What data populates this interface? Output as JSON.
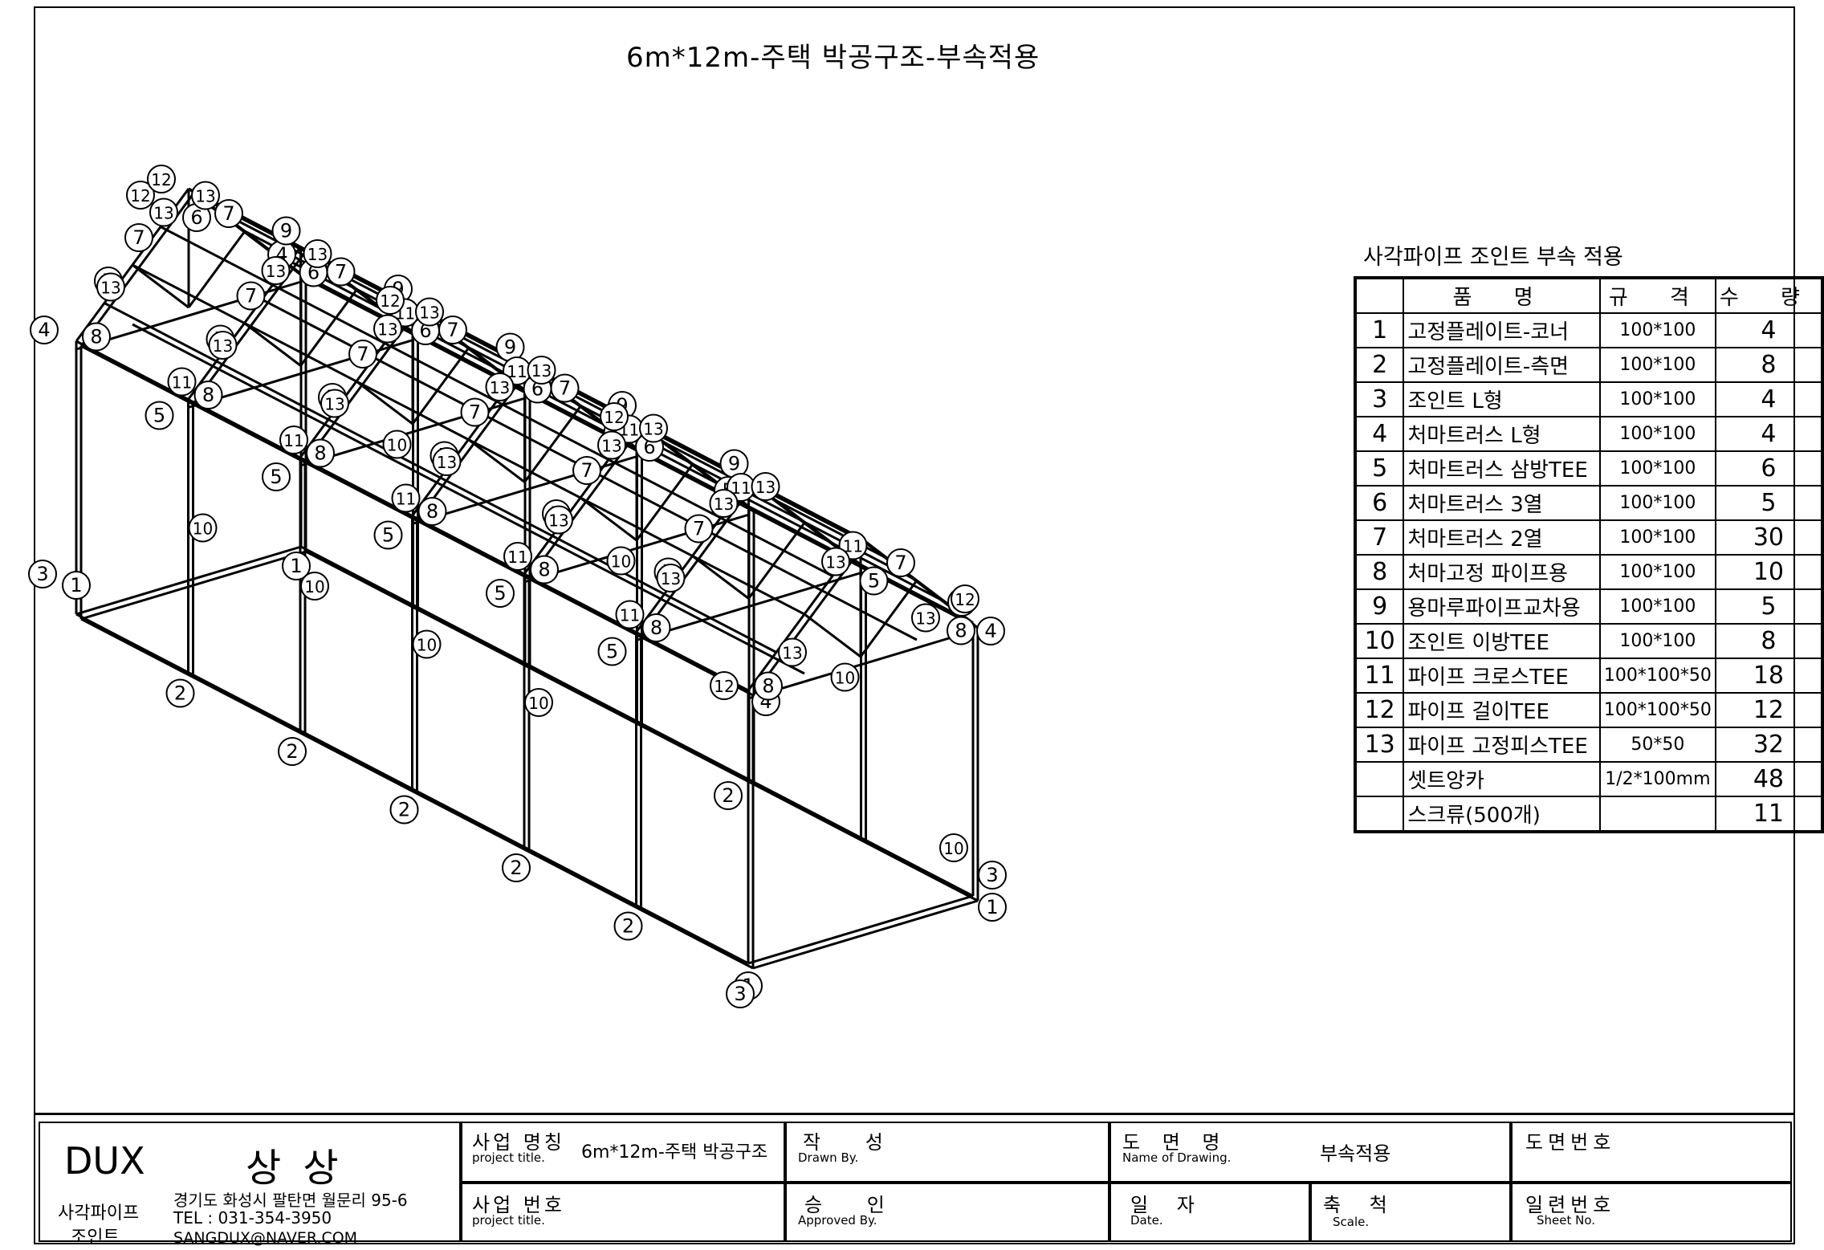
{
  "title": "6m*12m-주택 박공구조-부속적용",
  "callouts": [
    "1",
    "2",
    "3",
    "4",
    "5",
    "6",
    "7",
    "8",
    "9",
    "10",
    "11",
    "12",
    "13"
  ],
  "parts_table": {
    "caption": "사각파이프 조인트 부속 적용",
    "headers": {
      "name": "품 명",
      "spec": "규 격",
      "qty": "수 량"
    },
    "rows": [
      {
        "no": "1",
        "name": "고정플레이트-코너",
        "spec": "100*100",
        "qty": "4"
      },
      {
        "no": "2",
        "name": "고정플레이트-측면",
        "spec": "100*100",
        "qty": "8"
      },
      {
        "no": "3",
        "name": "조인트 L형",
        "spec": "100*100",
        "qty": "4"
      },
      {
        "no": "4",
        "name": "처마트러스 L형",
        "spec": "100*100",
        "qty": "4"
      },
      {
        "no": "5",
        "name": "처마트러스 삼방TEE",
        "spec": "100*100",
        "qty": "6"
      },
      {
        "no": "6",
        "name": "처마트러스 3열",
        "spec": "100*100",
        "qty": "5"
      },
      {
        "no": "7",
        "name": "처마트러스 2열",
        "spec": "100*100",
        "qty": "30"
      },
      {
        "no": "8",
        "name": "처마고정 파이프용",
        "spec": "100*100",
        "qty": "10"
      },
      {
        "no": "9",
        "name": "용마루파이프교차용",
        "spec": "100*100",
        "qty": "5"
      },
      {
        "no": "10",
        "name": "조인트 이방TEE",
        "spec": "100*100",
        "qty": "8"
      },
      {
        "no": "11",
        "name": "파이프 크로스TEE",
        "spec": "100*100*50",
        "qty": "18"
      },
      {
        "no": "12",
        "name": "파이프 걸이TEE",
        "spec": "100*100*50",
        "qty": "12"
      },
      {
        "no": "13",
        "name": "파이프 고정피스TEE",
        "spec": "50*50",
        "qty": "32"
      },
      {
        "no": "",
        "name": "셋트앙카",
        "spec": "1/2*100mm",
        "qty": "48"
      },
      {
        "no": "",
        "name": "스크류(500개)",
        "spec": "",
        "qty": "11"
      }
    ]
  },
  "title_block": {
    "company": "DUX",
    "brand": "상 상",
    "product_line1": "사각파이프",
    "product_line2": "조인트",
    "address": "경기도 화성시 팔탄면 월문리 95-6",
    "tel": "TEL : 031-354-3950",
    "email": "SANGDUX@NAVER.COM",
    "project_name_k": "사업 명칭",
    "project_name_e": "project title.",
    "project_name_v": "6m*12m-주택 박공구조",
    "project_no_k": "사업 번호",
    "project_no_e": "project title.",
    "drawn_k": "작 성",
    "drawn_e": "Drawn By.",
    "approved_k": "승 인",
    "approved_e": "Approved By.",
    "drawing_name_k": "도 면 명",
    "drawing_name_e": "Name of Drawing.",
    "drawing_name_v": "부속적용",
    "date_k": "일 자",
    "date_e": "Date.",
    "scale_k": "축 척",
    "scale_e": "Scale.",
    "drawing_no_k": "도면번호",
    "serial_k": "일련번호",
    "serial_e": "Sheet No."
  }
}
